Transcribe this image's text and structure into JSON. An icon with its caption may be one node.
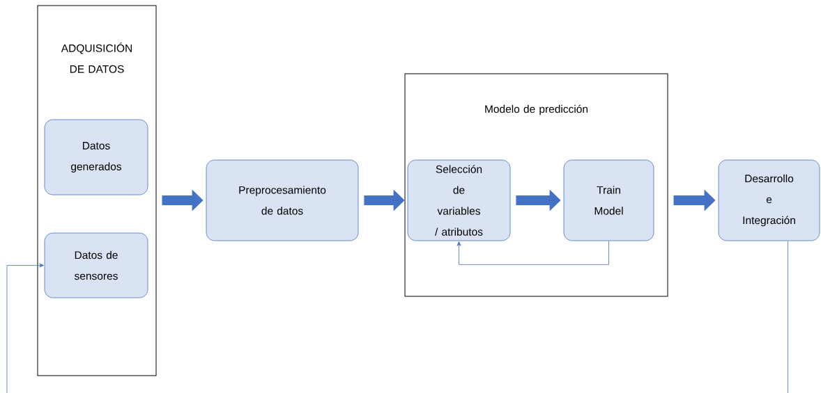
{
  "diagram": {
    "nodes": [
      {
        "text": [
          "ADQUISICIÓN DE DATOS"
        ]
      },
      {
        "text": [
          "Datos generados"
        ],
        "in": 0
      },
      {
        "text": [
          "Datos de sensores"
        ],
        "in": 0
      },
      {
        "text": [
          "Preprocesamiento de datos"
        ]
      },
      {
        "text": [
          "Modelo de predicción"
        ]
      },
      {
        "text": [
          "Selección de variables / atributos"
        ],
        "in": 4
      },
      {
        "text": [
          "Train Model"
        ],
        "in": 4
      },
      {
        "text": [
          "Desarrollo e Integración"
        ]
      }
    ],
    "edges": [
      {
        "from": 0,
        "to": 3,
        "arrow": "to"
      },
      {
        "from": 3,
        "to": 5,
        "arrow": "to"
      },
      {
        "from": 5,
        "to": 6,
        "arrow": "to"
      },
      {
        "from": 4,
        "to": 7,
        "arrow": "to"
      },
      {
        "from": 6,
        "to": 5,
        "arrow": "to"
      },
      {
        "from": 7,
        "to": null,
        "arrow": "none"
      },
      {
        "from": null,
        "to": 2,
        "arrow": "to"
      }
    ]
  }
}
